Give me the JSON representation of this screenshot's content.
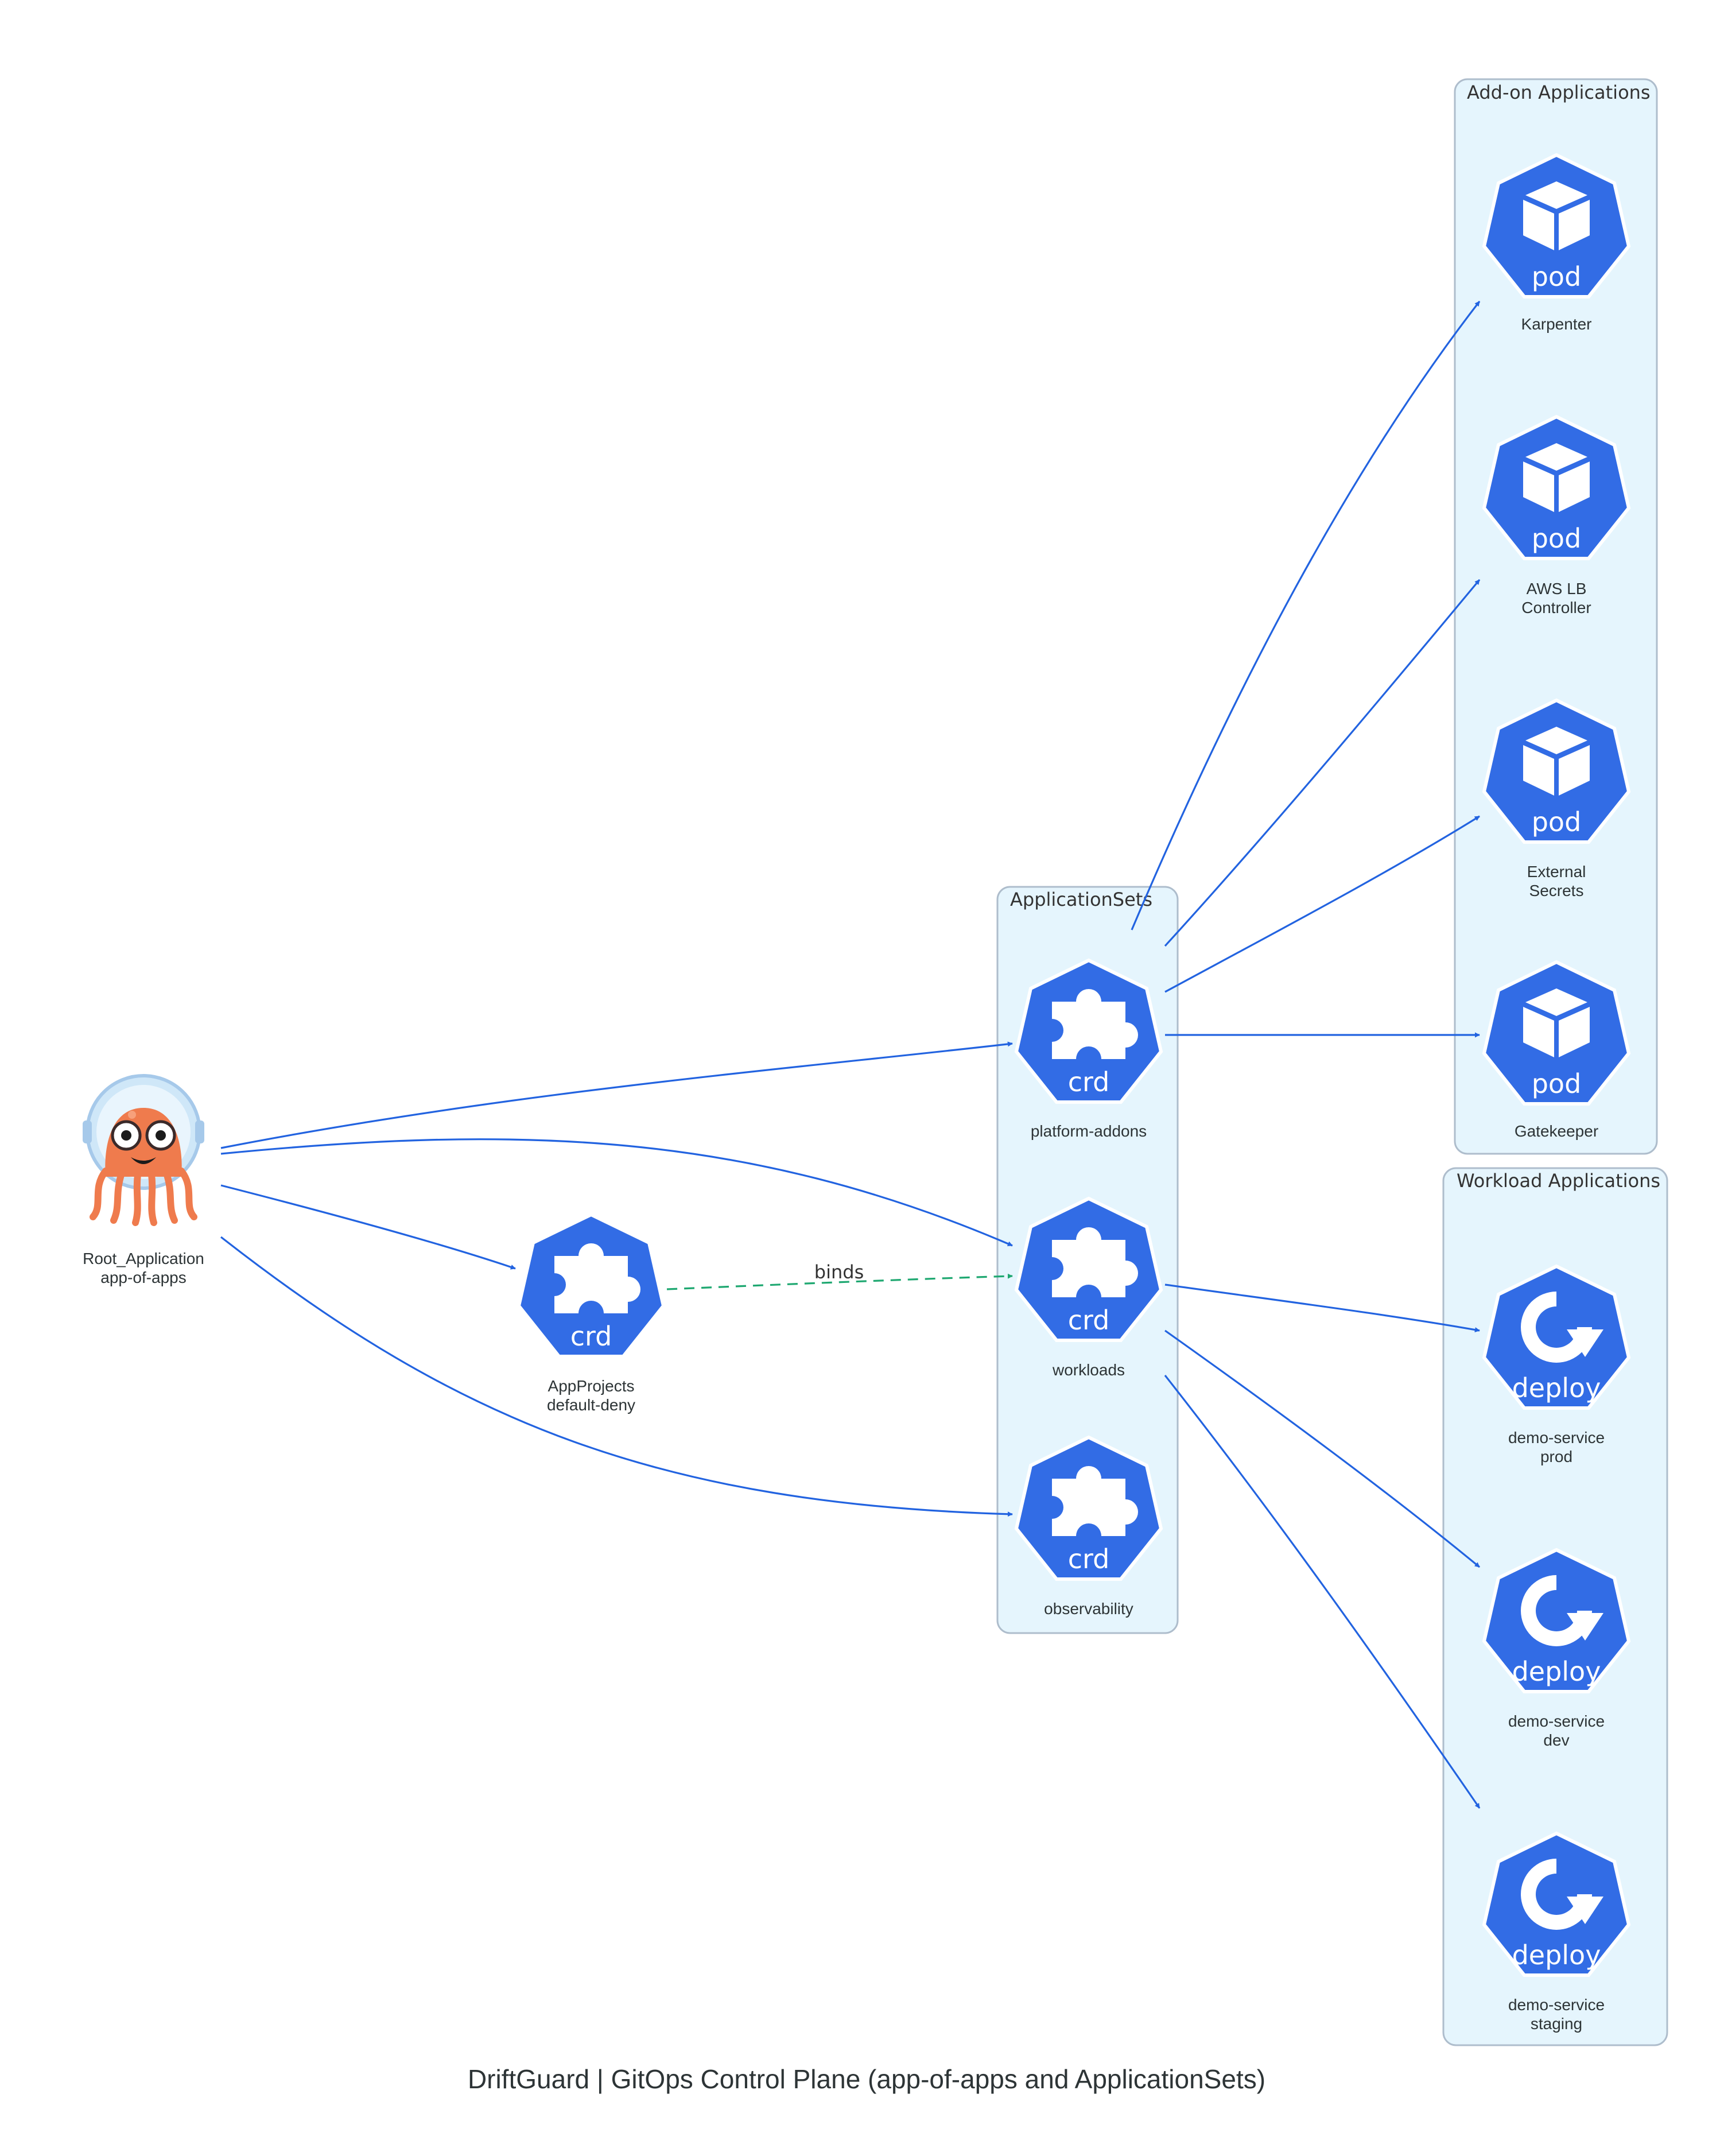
{
  "title": "DriftGuard | GitOps Control Plane (app-of-apps and ApplicationSets)",
  "clusters": {
    "applicationsets": "ApplicationSets",
    "addons": "Add-on Applications",
    "workloads": "Workload Applications"
  },
  "nodes": {
    "root": {
      "line1": "Root_Application",
      "line2": "app-of-apps",
      "icon": "argocd-octopus-icon"
    },
    "appprojects": {
      "line1": "AppProjects",
      "line2": "default-deny",
      "icon": "crd",
      "icon_text": "crd"
    },
    "platform_addons": {
      "line1": "platform-addons",
      "icon": "crd",
      "icon_text": "crd"
    },
    "workloads": {
      "line1": "workloads",
      "icon": "crd",
      "icon_text": "crd"
    },
    "observability": {
      "line1": "observability",
      "icon": "crd",
      "icon_text": "crd"
    },
    "karpenter": {
      "line1": "Karpenter",
      "icon": "pod",
      "icon_text": "pod"
    },
    "awslb": {
      "line1": "AWS LB",
      "line2": "Controller",
      "icon": "pod",
      "icon_text": "pod"
    },
    "external_secrets": {
      "line1": "External",
      "line2": "Secrets",
      "icon": "pod",
      "icon_text": "pod"
    },
    "gatekeeper": {
      "line1": "Gatekeeper",
      "icon": "pod",
      "icon_text": "pod"
    },
    "demo_prod": {
      "line1": "demo-service",
      "line2": "prod",
      "icon": "deploy",
      "icon_text": "deploy"
    },
    "demo_dev": {
      "line1": "demo-service",
      "line2": "dev",
      "icon": "deploy",
      "icon_text": "deploy"
    },
    "demo_staging": {
      "line1": "demo-service",
      "line2": "staging",
      "icon": "deploy",
      "icon_text": "deploy"
    }
  },
  "edges": [
    {
      "from": "root",
      "to": "platform_addons",
      "style": "solid"
    },
    {
      "from": "root",
      "to": "workloads",
      "style": "solid"
    },
    {
      "from": "root",
      "to": "appprojects",
      "style": "solid"
    },
    {
      "from": "root",
      "to": "observability",
      "style": "solid"
    },
    {
      "from": "appprojects",
      "to": "workloads",
      "style": "dashed",
      "label": "binds"
    },
    {
      "from": "platform_addons",
      "to": "karpenter",
      "style": "solid"
    },
    {
      "from": "platform_addons",
      "to": "awslb",
      "style": "solid"
    },
    {
      "from": "platform_addons",
      "to": "external_secrets",
      "style": "solid"
    },
    {
      "from": "platform_addons",
      "to": "gatekeeper",
      "style": "solid"
    },
    {
      "from": "workloads",
      "to": "demo_prod",
      "style": "solid"
    },
    {
      "from": "workloads",
      "to": "demo_dev",
      "style": "solid"
    },
    {
      "from": "workloads",
      "to": "demo_staging",
      "style": "solid"
    }
  ],
  "colors": {
    "k8s_blue": "#326ce5",
    "edge_blue": "#2263e0",
    "edge_green": "#1fa871",
    "cluster_fill": "#e5f5fd",
    "argo_orange": "#ef7b4d"
  }
}
